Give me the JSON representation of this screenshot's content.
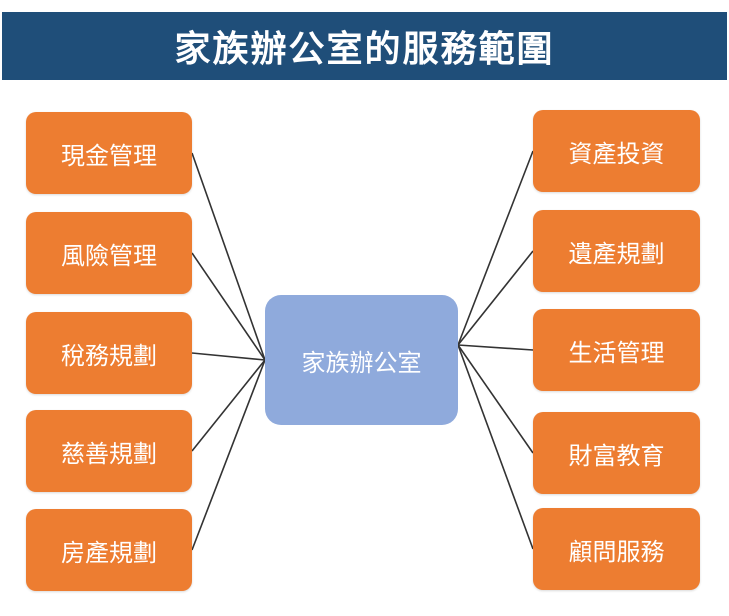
{
  "title": "家族辦公室的服務範圍",
  "center": {
    "label": "家族辦公室"
  },
  "left_items": [
    "現金管理",
    "風險管理",
    "稅務規劃",
    "慈善規劃",
    "房產規劃"
  ],
  "right_items": [
    "資產投資",
    "遺產規劃",
    "生活管理",
    "財富教育",
    "顧問服務"
  ],
  "colors": {
    "title_bar": "#1f4e79",
    "item_box": "#ed7d31",
    "center_box": "#8faadc",
    "connector": "#333333"
  }
}
